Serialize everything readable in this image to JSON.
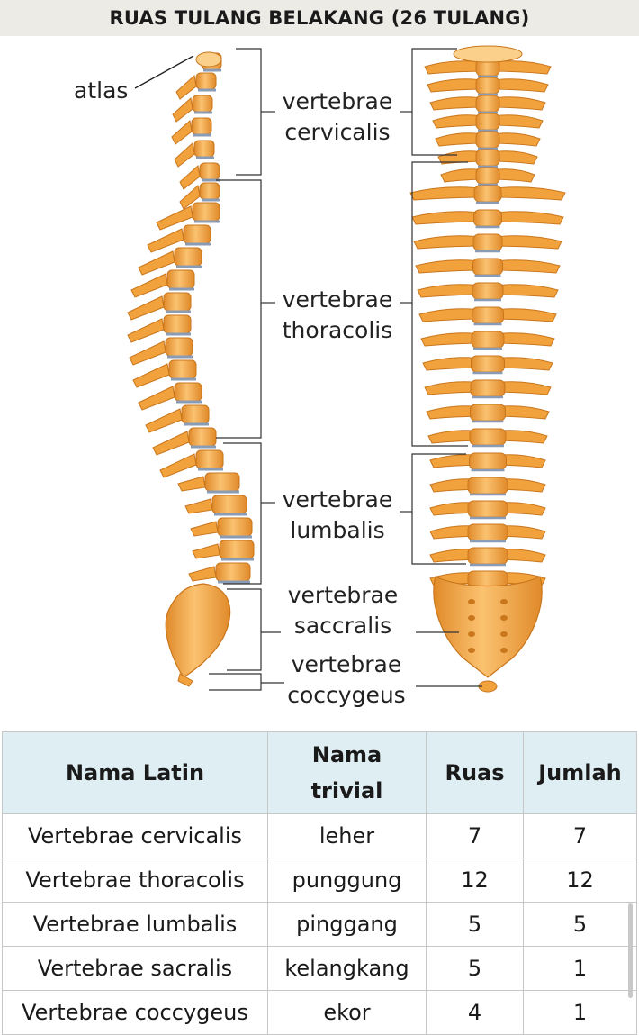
{
  "title": "RUAS TULANG BELAKANG (26 TULANG)",
  "figure": {
    "labels": {
      "atlas": "atlas",
      "cervicalis": [
        "vertebrae",
        "cervicalis"
      ],
      "thoracolis": [
        "vertebrae",
        "thoracolis"
      ],
      "lumbalis": [
        "vertebrae",
        "lumbalis"
      ],
      "saccralis": [
        "vertebrae",
        "saccralis"
      ],
      "coccygeus": [
        "vertebrae",
        "coccygeus"
      ]
    },
    "colors": {
      "bone": "#f2a23c",
      "bone_light": "#fbd08a",
      "bone_dark": "#c9761c",
      "disc": "#8a9bb6",
      "line": "#333333"
    }
  },
  "table": {
    "headers": [
      "Nama Latin",
      "Nama trivial",
      "Ruas",
      "Jumlah"
    ],
    "header_trivial_lines": [
      "Nama",
      "trivial"
    ],
    "rows": [
      [
        "Vertebrae cervicalis",
        "leher",
        "7",
        "7"
      ],
      [
        "Vertebrae thoracolis",
        "punggung",
        "12",
        "12"
      ],
      [
        "Vertebrae lumbalis",
        "pinggang",
        "5",
        "5"
      ],
      [
        "Vertebrae sacralis",
        "kelangkang",
        "5",
        "1"
      ],
      [
        "Vertebrae coccygeus",
        "ekor",
        "4",
        "1"
      ]
    ]
  }
}
